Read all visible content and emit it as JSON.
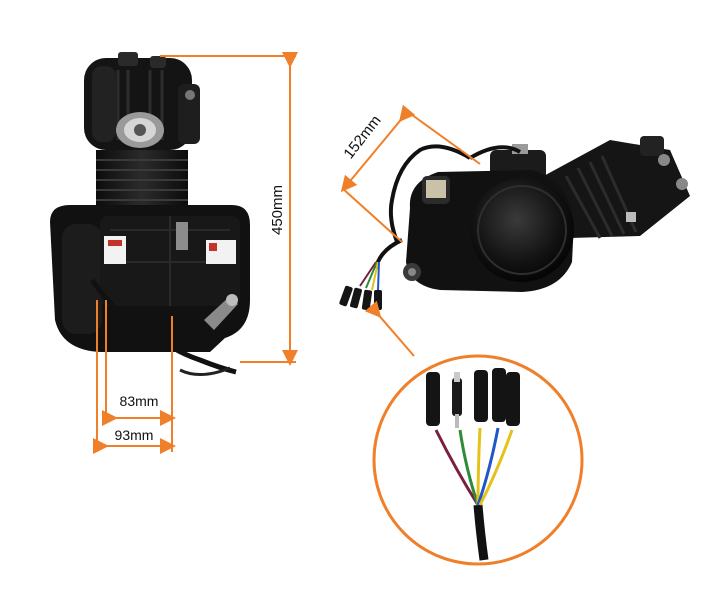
{
  "accent_color": "#f07f2a",
  "engine_color": "#161616",
  "wire_colors": [
    "#7a1f3d",
    "#2e8b3a",
    "#e4c21a",
    "#1f56c8",
    "#111111"
  ],
  "dimensions": {
    "height_label": "450mm",
    "width_inner_label": "83mm",
    "width_outer_label": "93mm",
    "side_label": "152mm"
  }
}
